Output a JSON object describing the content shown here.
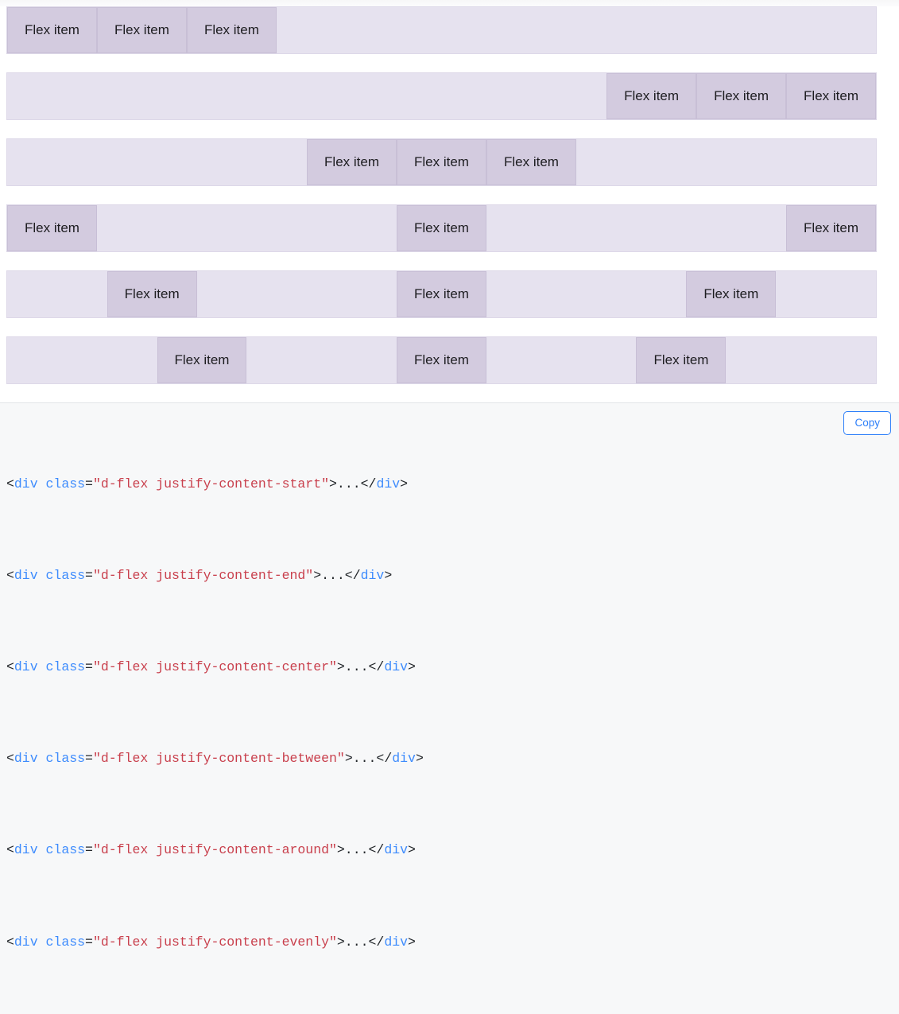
{
  "demo": {
    "item_label": "Flex item",
    "rows": [
      {
        "name": "justify-content-start",
        "mode": "start",
        "items": [
          "Flex item",
          "Flex item",
          "Flex item"
        ]
      },
      {
        "name": "justify-content-end",
        "mode": "end",
        "items": [
          "Flex item",
          "Flex item",
          "Flex item"
        ]
      },
      {
        "name": "justify-content-center",
        "mode": "center",
        "items": [
          "Flex item",
          "Flex item",
          "Flex item"
        ]
      },
      {
        "name": "justify-content-between",
        "mode": "between",
        "items": [
          "Flex item",
          "Flex item",
          "Flex item"
        ]
      },
      {
        "name": "justify-content-around",
        "mode": "around",
        "items": [
          "Flex item",
          "Flex item",
          "Flex item"
        ]
      },
      {
        "name": "justify-content-evenly",
        "mode": "evenly",
        "items": [
          "Flex item",
          "Flex item",
          "Flex item"
        ]
      }
    ],
    "colors": {
      "container_bg": "#e6e2ef",
      "item_bg": "#d3cbdf",
      "item_border": "#c8bfd6",
      "text": "#1d1d20"
    }
  },
  "code": {
    "copy_label": "Copy",
    "background": "#f7f8f9",
    "lines": [
      {
        "open_lt": "<",
        "tag": "div",
        "space": " ",
        "attr": "class",
        "eq": "=",
        "value": "\"d-flex justify-content-start\"",
        "gt_ellipsis": ">...</",
        "close_tag": "div",
        "close_gt": ">"
      },
      {
        "open_lt": "<",
        "tag": "div",
        "space": " ",
        "attr": "class",
        "eq": "=",
        "value": "\"d-flex justify-content-end\"",
        "gt_ellipsis": ">...</",
        "close_tag": "div",
        "close_gt": ">"
      },
      {
        "open_lt": "<",
        "tag": "div",
        "space": " ",
        "attr": "class",
        "eq": "=",
        "value": "\"d-flex justify-content-center\"",
        "gt_ellipsis": ">...</",
        "close_tag": "div",
        "close_gt": ">"
      },
      {
        "open_lt": "<",
        "tag": "div",
        "space": " ",
        "attr": "class",
        "eq": "=",
        "value": "\"d-flex justify-content-between\"",
        "gt_ellipsis": ">...</",
        "close_tag": "div",
        "close_gt": ">"
      },
      {
        "open_lt": "<",
        "tag": "div",
        "space": " ",
        "attr": "class",
        "eq": "=",
        "value": "\"d-flex justify-content-around\"",
        "gt_ellipsis": ">...</",
        "close_tag": "div",
        "close_gt": ">"
      },
      {
        "open_lt": "<",
        "tag": "div",
        "space": " ",
        "attr": "class",
        "eq": "=",
        "value": "\"d-flex justify-content-evenly\"",
        "gt_ellipsis": ">...</",
        "close_tag": "div",
        "close_gt": ">"
      }
    ]
  }
}
